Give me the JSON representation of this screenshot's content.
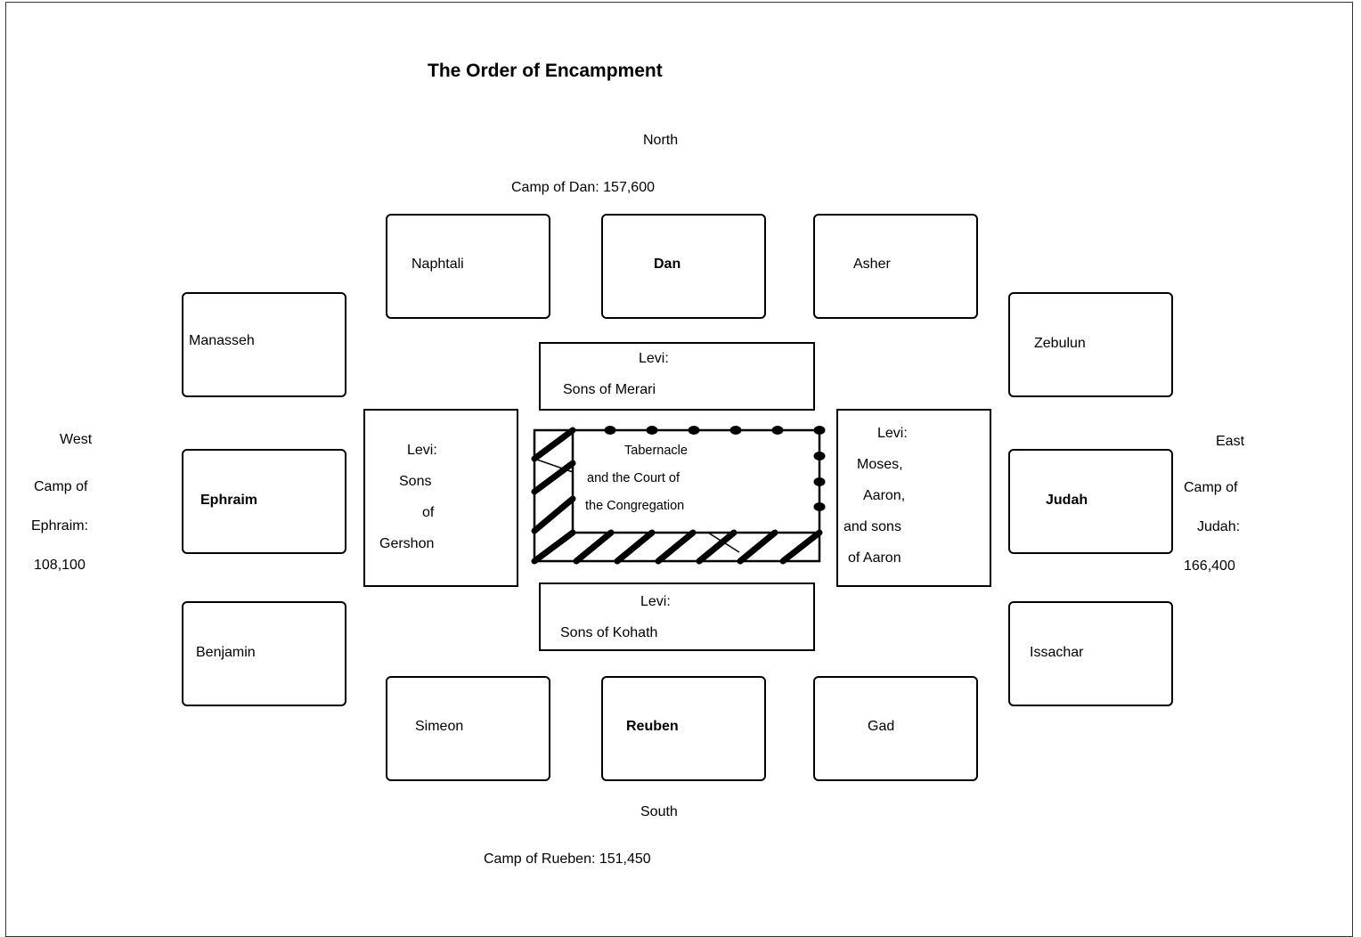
{
  "title": "The Order of Encampment",
  "directions": {
    "north": "North",
    "south": "South",
    "west": "West",
    "east": "East"
  },
  "camps": {
    "dan": "Camp of Dan: 157,600",
    "reuben": "Camp of Rueben: 151,450",
    "ephraim": [
      "Camp of",
      "Ephraim:",
      "108,100"
    ],
    "judah": [
      "Camp of",
      "Judah:",
      "166,400"
    ]
  },
  "tribes": {
    "naphtali": "Naphtali",
    "dan": "Dan",
    "asher": "Asher",
    "manasseh": "Manasseh",
    "zebulun": "Zebulun",
    "ephraim": "Ephraim",
    "judah": "Judah",
    "benjamin": "Benjamin",
    "issachar": "Issachar",
    "simeon": "Simeon",
    "reuben": "Reuben",
    "gad": "Gad"
  },
  "levi": {
    "merari": [
      "Levi:",
      "Sons of Merari"
    ],
    "kohath": [
      "Levi:",
      "Sons of Kohath"
    ],
    "gershon": [
      "Levi:",
      "Sons",
      "of",
      "Gershon"
    ],
    "moses": [
      "Levi:",
      "Moses,",
      "Aaron,",
      "and sons",
      "of Aaron"
    ]
  },
  "tabernacle": [
    "Tabernacle",
    "and the Court of",
    "the Congregation"
  ]
}
